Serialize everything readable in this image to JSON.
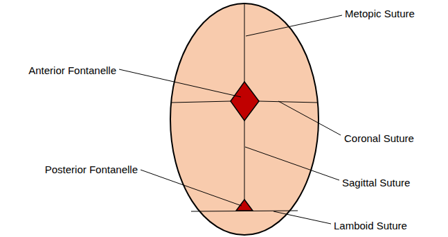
{
  "diagram": {
    "labels": [
      "Metopic Suture",
      "Anterior Fontanelle",
      "Coronal Suture",
      "Posterior Fontanelle",
      "Sagittal Suture",
      "Lamboid Suture"
    ]
  }
}
